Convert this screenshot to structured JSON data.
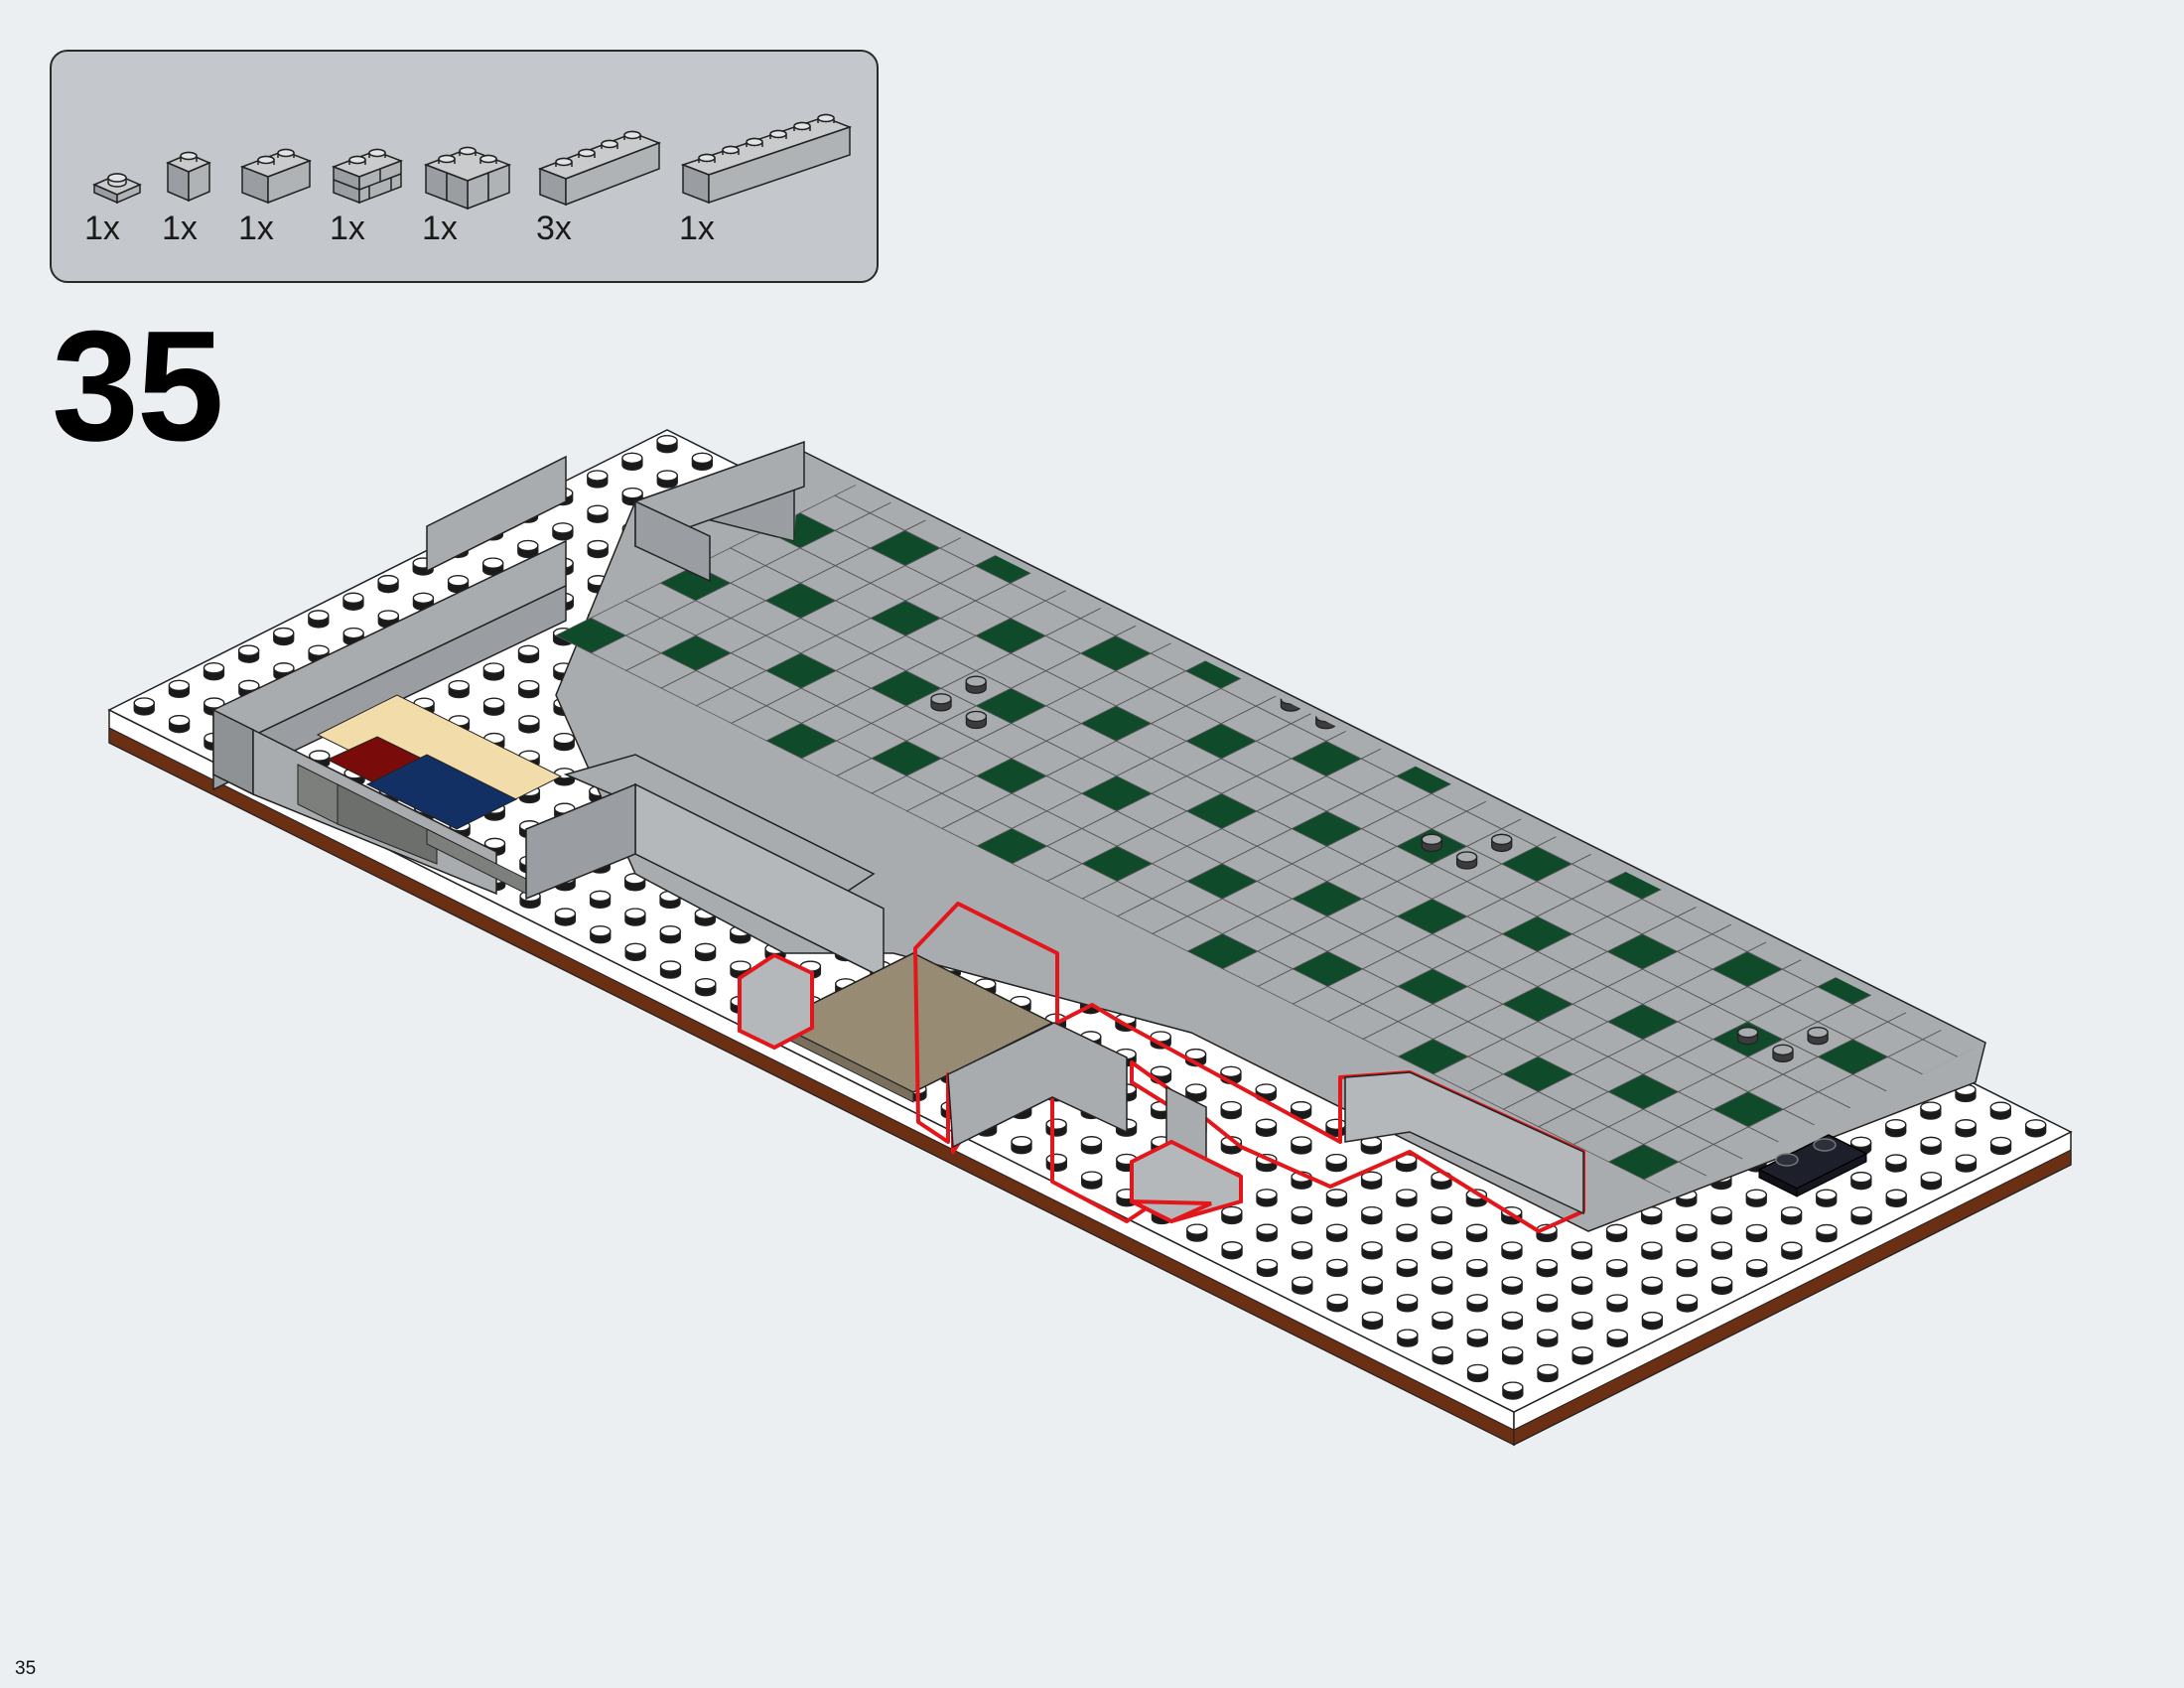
{
  "page": {
    "step_number": "35",
    "page_number": "35"
  },
  "parts": [
    {
      "name": "plate-1x1",
      "quantity": "1x",
      "color": "#a9acaf"
    },
    {
      "name": "brick-1x1",
      "quantity": "1x",
      "color": "#a9acaf"
    },
    {
      "name": "brick-1x2",
      "quantity": "1x",
      "color": "#a9acaf"
    },
    {
      "name": "brick-1x2-masonry",
      "quantity": "1x",
      "color": "#a9acaf"
    },
    {
      "name": "brick-2x2-corner",
      "quantity": "1x",
      "color": "#a9acaf"
    },
    {
      "name": "brick-1x4",
      "quantity": "3x",
      "color": "#a9acaf"
    },
    {
      "name": "brick-1x6",
      "quantity": "1x",
      "color": "#a9acaf"
    }
  ],
  "colors": {
    "baseplate_white": "#ffffff",
    "baseplate_edge": "#6b2f14",
    "wall_gray": "#a9acaf",
    "tile_green": "#0f4a2a",
    "tan_floor": "#988b73",
    "highlight": "#e3161b",
    "stair_red": "#7a0b0b",
    "stair_blue": "#123063",
    "stair_beige": "#f2dcaa",
    "dark_plate": "#1d1f2b"
  }
}
